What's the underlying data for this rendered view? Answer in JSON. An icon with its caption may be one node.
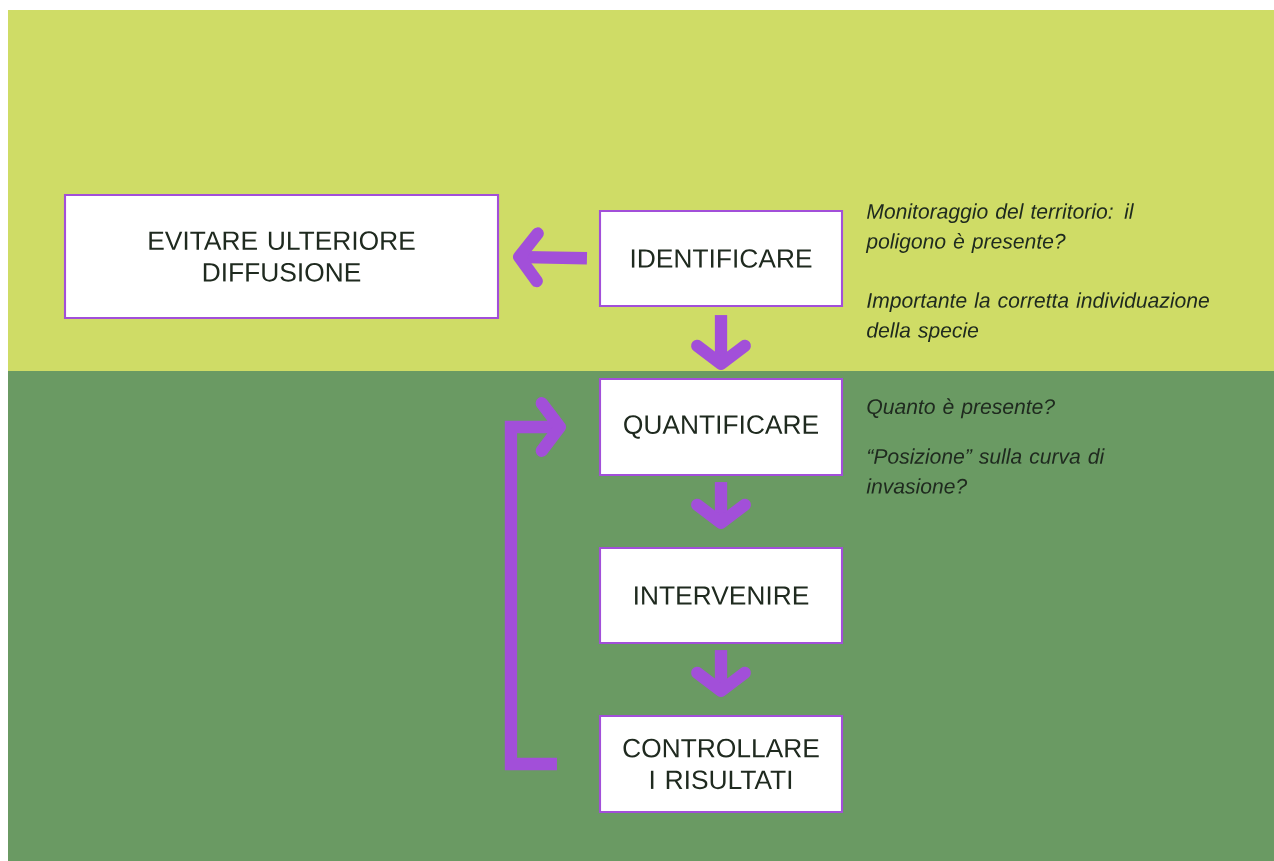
{
  "diagram": {
    "nodes": [
      {
        "text": [
          "EVITARE ULTERIORE DIFFUSIONE"
        ]
      },
      {
        "text": [
          "IDENTIFICARE"
        ],
        "beside": [
          "Monitoraggio del territorio: il poligono è presente?",
          "Importante la corretta individuazione della specie"
        ]
      },
      {
        "text": [
          "QUANTIFICARE"
        ],
        "beside": [
          "Quanto è presente?",
          "“Posizione” sulla curva di invasione?"
        ]
      },
      {
        "text": [
          "INTERVENIRE"
        ]
      },
      {
        "text": [
          "CONTROLLARE I RISULTATI"
        ]
      }
    ],
    "edges": [
      {
        "from": 1,
        "to": 0,
        "arrow": "to"
      },
      {
        "from": 1,
        "to": 2,
        "arrow": "to"
      },
      {
        "from": 2,
        "to": 3,
        "arrow": "to"
      },
      {
        "from": 3,
        "to": 4,
        "arrow": "to"
      },
      {
        "from": 4,
        "to": 2,
        "arrow": "to"
      }
    ]
  }
}
